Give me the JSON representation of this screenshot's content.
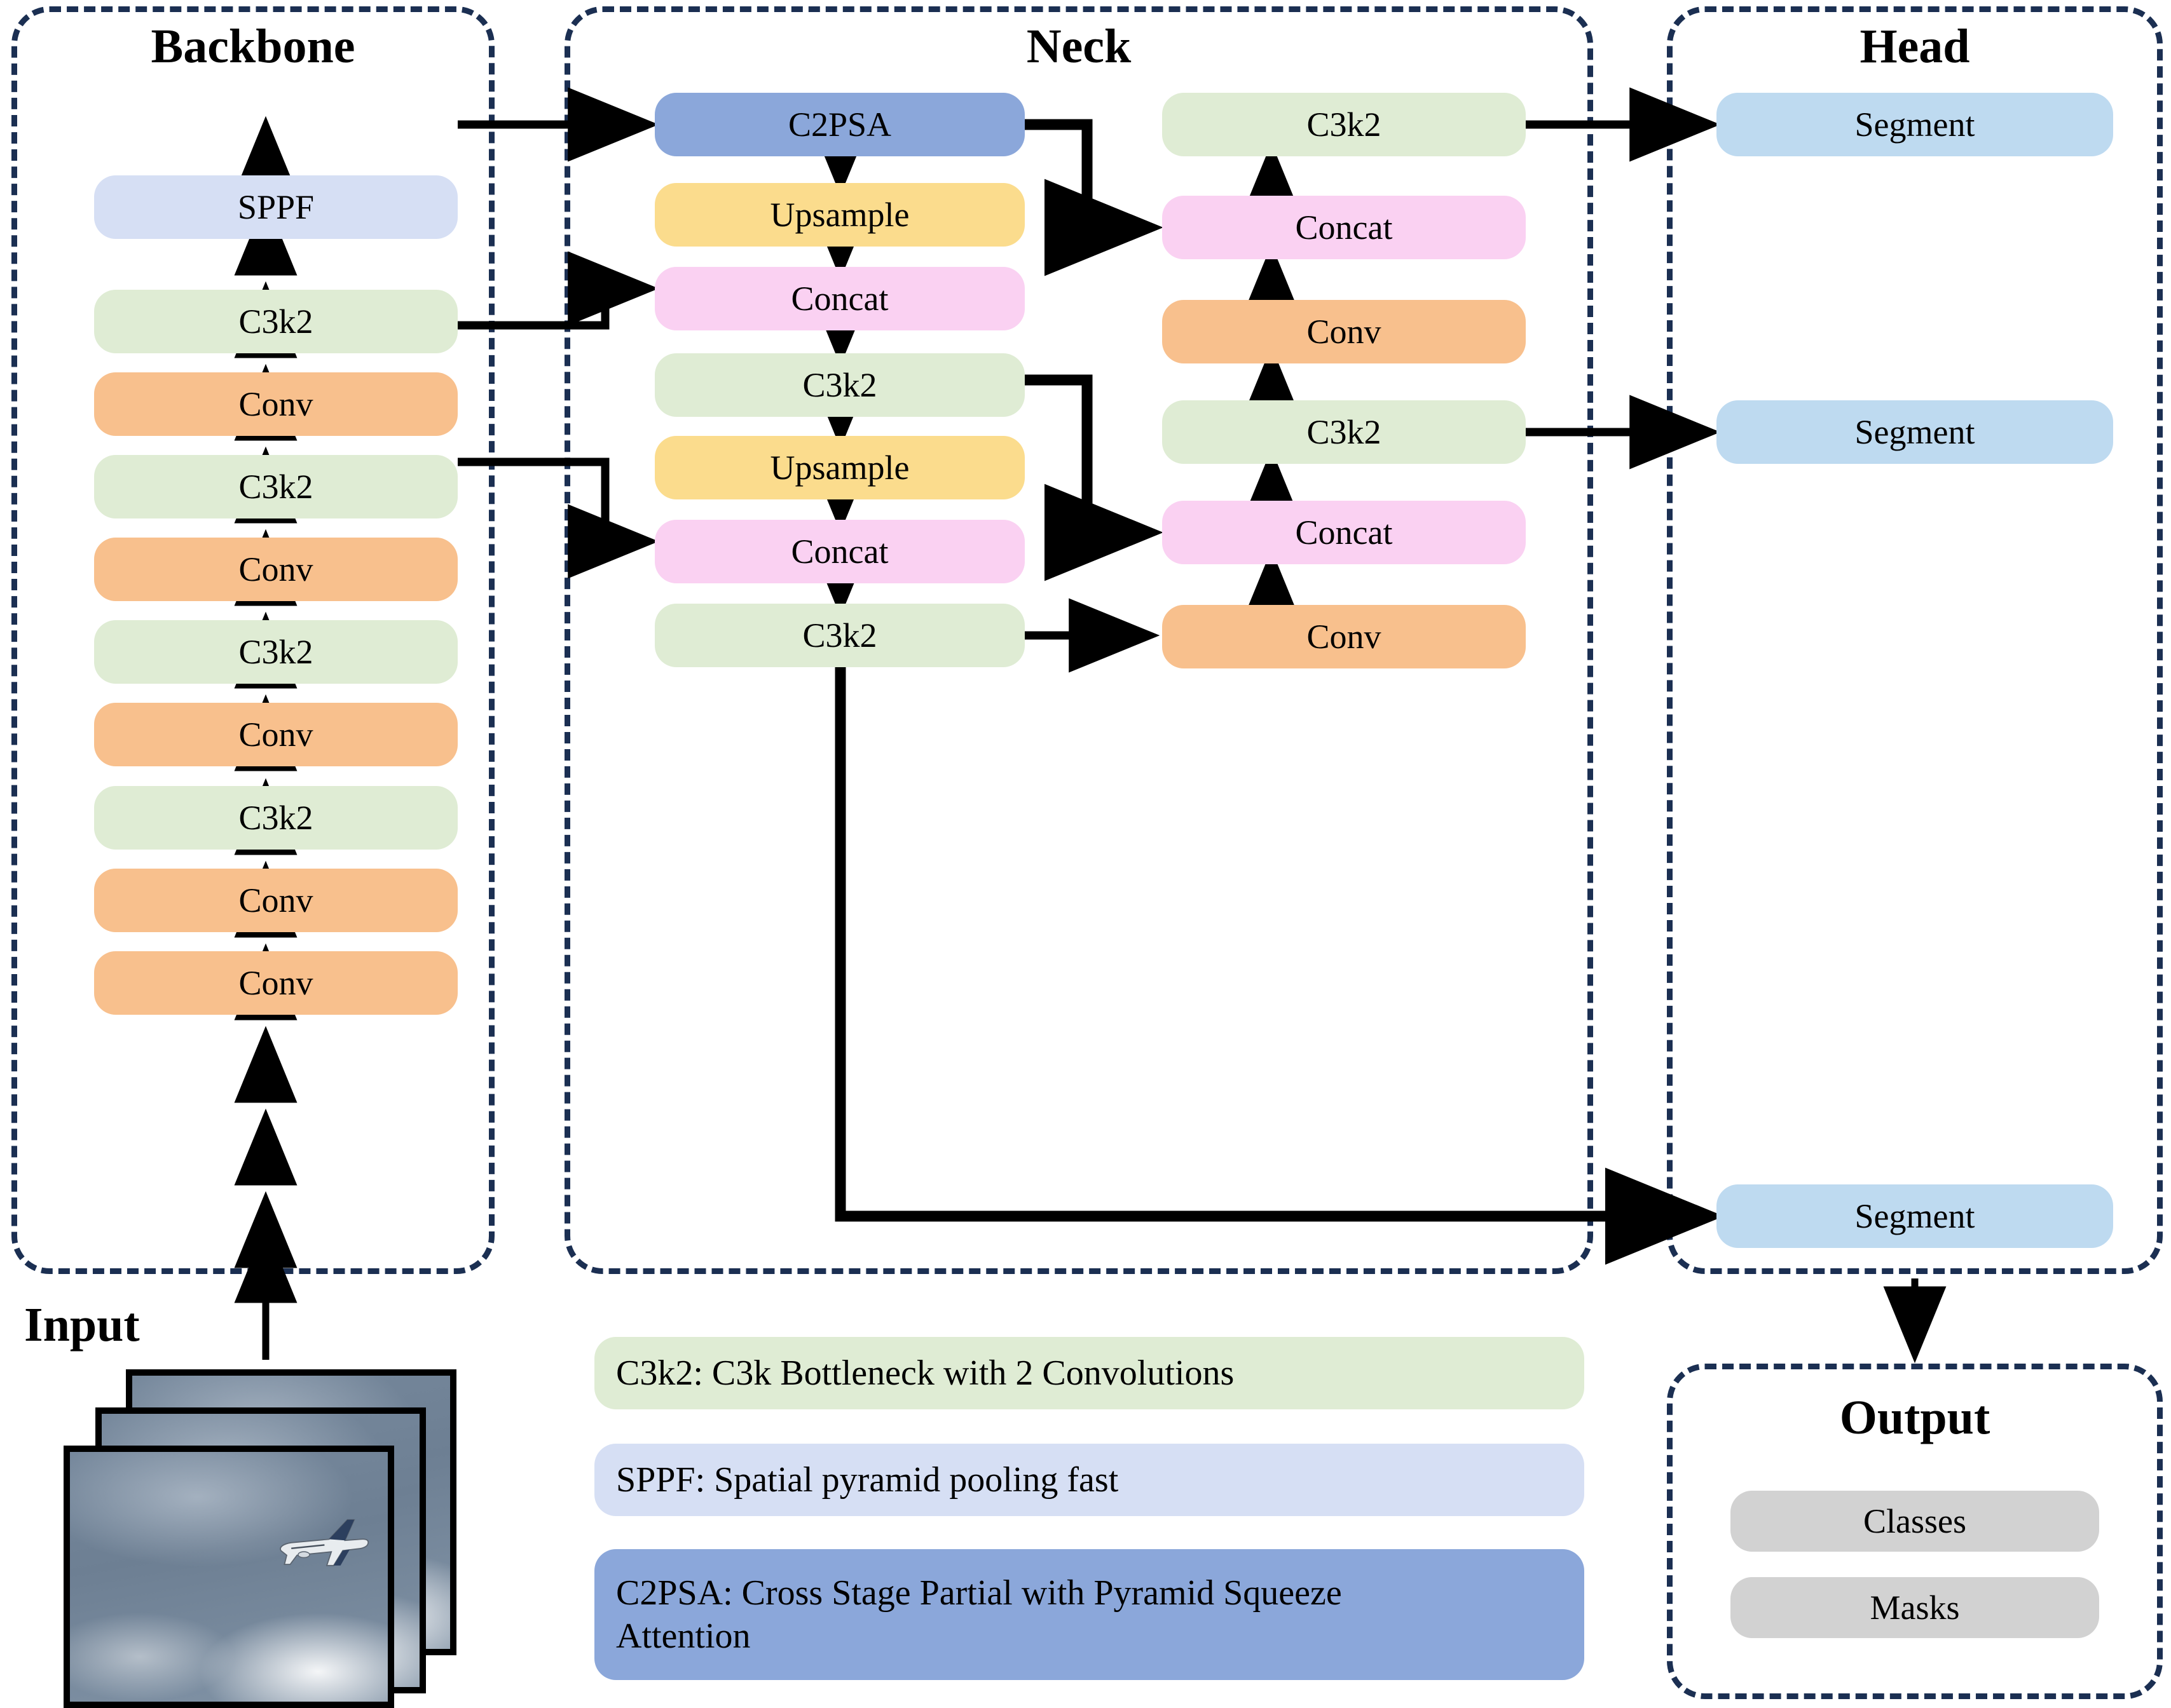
{
  "sections": {
    "backbone": {
      "title": "Backbone"
    },
    "neck": {
      "title": "Neck"
    },
    "head": {
      "title": "Head"
    },
    "output": {
      "title": "Output"
    },
    "input": {
      "title": "Input"
    }
  },
  "colors": {
    "conv": "#f8c08d",
    "c3k2": "#dfecd4",
    "sppf": "#d6dff4",
    "c2psa": "#8ba7da",
    "upsample": "#fbdc8d",
    "concat": "#fad1f2",
    "segment": "#bedaf0",
    "output_item": "#d2d2d2",
    "panel_border": "#1b2f52",
    "arrow": "#000000"
  },
  "backbone_blocks": [
    {
      "label": "SPPF",
      "type": "sppf"
    },
    {
      "label": "C3k2",
      "type": "c3k2"
    },
    {
      "label": "Conv",
      "type": "conv"
    },
    {
      "label": "C3k2",
      "type": "c3k2"
    },
    {
      "label": "Conv",
      "type": "conv"
    },
    {
      "label": "C3k2",
      "type": "c3k2"
    },
    {
      "label": "Conv",
      "type": "conv"
    },
    {
      "label": "C3k2",
      "type": "c3k2"
    },
    {
      "label": "Conv",
      "type": "conv"
    },
    {
      "label": "Conv",
      "type": "conv"
    }
  ],
  "neck_left_blocks": [
    {
      "label": "C2PSA",
      "type": "c2psa"
    },
    {
      "label": "Upsample",
      "type": "upsample"
    },
    {
      "label": "Concat",
      "type": "concat"
    },
    {
      "label": "C3k2",
      "type": "c3k2"
    },
    {
      "label": "Upsample",
      "type": "upsample"
    },
    {
      "label": "Concat",
      "type": "concat"
    },
    {
      "label": "C3k2",
      "type": "c3k2"
    }
  ],
  "neck_right_blocks": [
    {
      "label": "C3k2",
      "type": "c3k2"
    },
    {
      "label": "Concat",
      "type": "concat"
    },
    {
      "label": "Conv",
      "type": "conv"
    },
    {
      "label": "C3k2",
      "type": "c3k2"
    },
    {
      "label": "Concat",
      "type": "concat"
    },
    {
      "label": "Conv",
      "type": "conv"
    }
  ],
  "head_blocks": [
    {
      "label": "Segment",
      "type": "segment"
    },
    {
      "label": "Segment",
      "type": "segment"
    },
    {
      "label": "Segment",
      "type": "segment"
    }
  ],
  "output_blocks": [
    {
      "label": "Classes",
      "type": "output_item"
    },
    {
      "label": "Masks",
      "type": "output_item"
    }
  ],
  "legend": [
    {
      "text": "C3k2: C3k Bottleneck with 2 Convolutions",
      "type": "c3k2"
    },
    {
      "text": "SPPF: Spatial pyramid pooling fast",
      "type": "sppf"
    },
    {
      "text": "C2PSA: Cross Stage Partial with Pyramid Squeeze Attention",
      "type": "c2psa"
    }
  ]
}
